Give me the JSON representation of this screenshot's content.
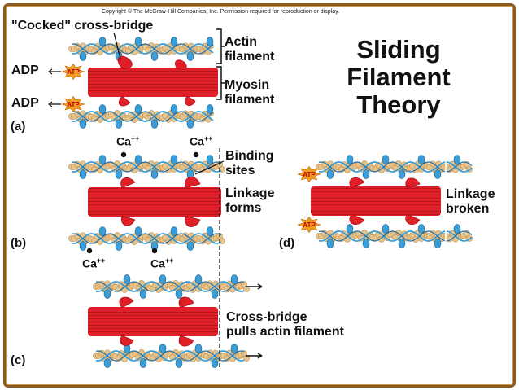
{
  "copyright": "Copyright © The McGraw-Hill Companies, Inc. Permission required for reproduction or display.",
  "title": {
    "line1": "Sliding",
    "line2": "Filament",
    "line3": "Theory"
  },
  "panel_a": {
    "label": "(a)",
    "cross_bridge": "\"Cocked\" cross-bridge",
    "adp": "ADP",
    "atp": "ATP",
    "actin": {
      "line1": "Actin",
      "line2": "filament"
    },
    "myosin": {
      "line1": "Myosin",
      "line2": "filament"
    }
  },
  "panel_b": {
    "label": "(b)",
    "ion": "Ca",
    "ion_charge": "++",
    "binding": {
      "line1": "Binding",
      "line2": "sites"
    },
    "linkage": {
      "line1": "Linkage",
      "line2": "forms"
    }
  },
  "panel_c": {
    "label": "(c)",
    "text": {
      "line1": "Cross-bridge",
      "line2": "pulls actin filament"
    }
  },
  "panel_d": {
    "label": "(d)",
    "atp": "ATP",
    "text": {
      "line1": "Linkage",
      "line2": "broken"
    }
  },
  "colors": {
    "frame": "#8a5a1e",
    "myosin": "#e02028",
    "actin_bead": "#e8c48a",
    "tropomyosin": "#3a9fd8",
    "atp_star": "#f0a020",
    "calcium": "#111111"
  }
}
